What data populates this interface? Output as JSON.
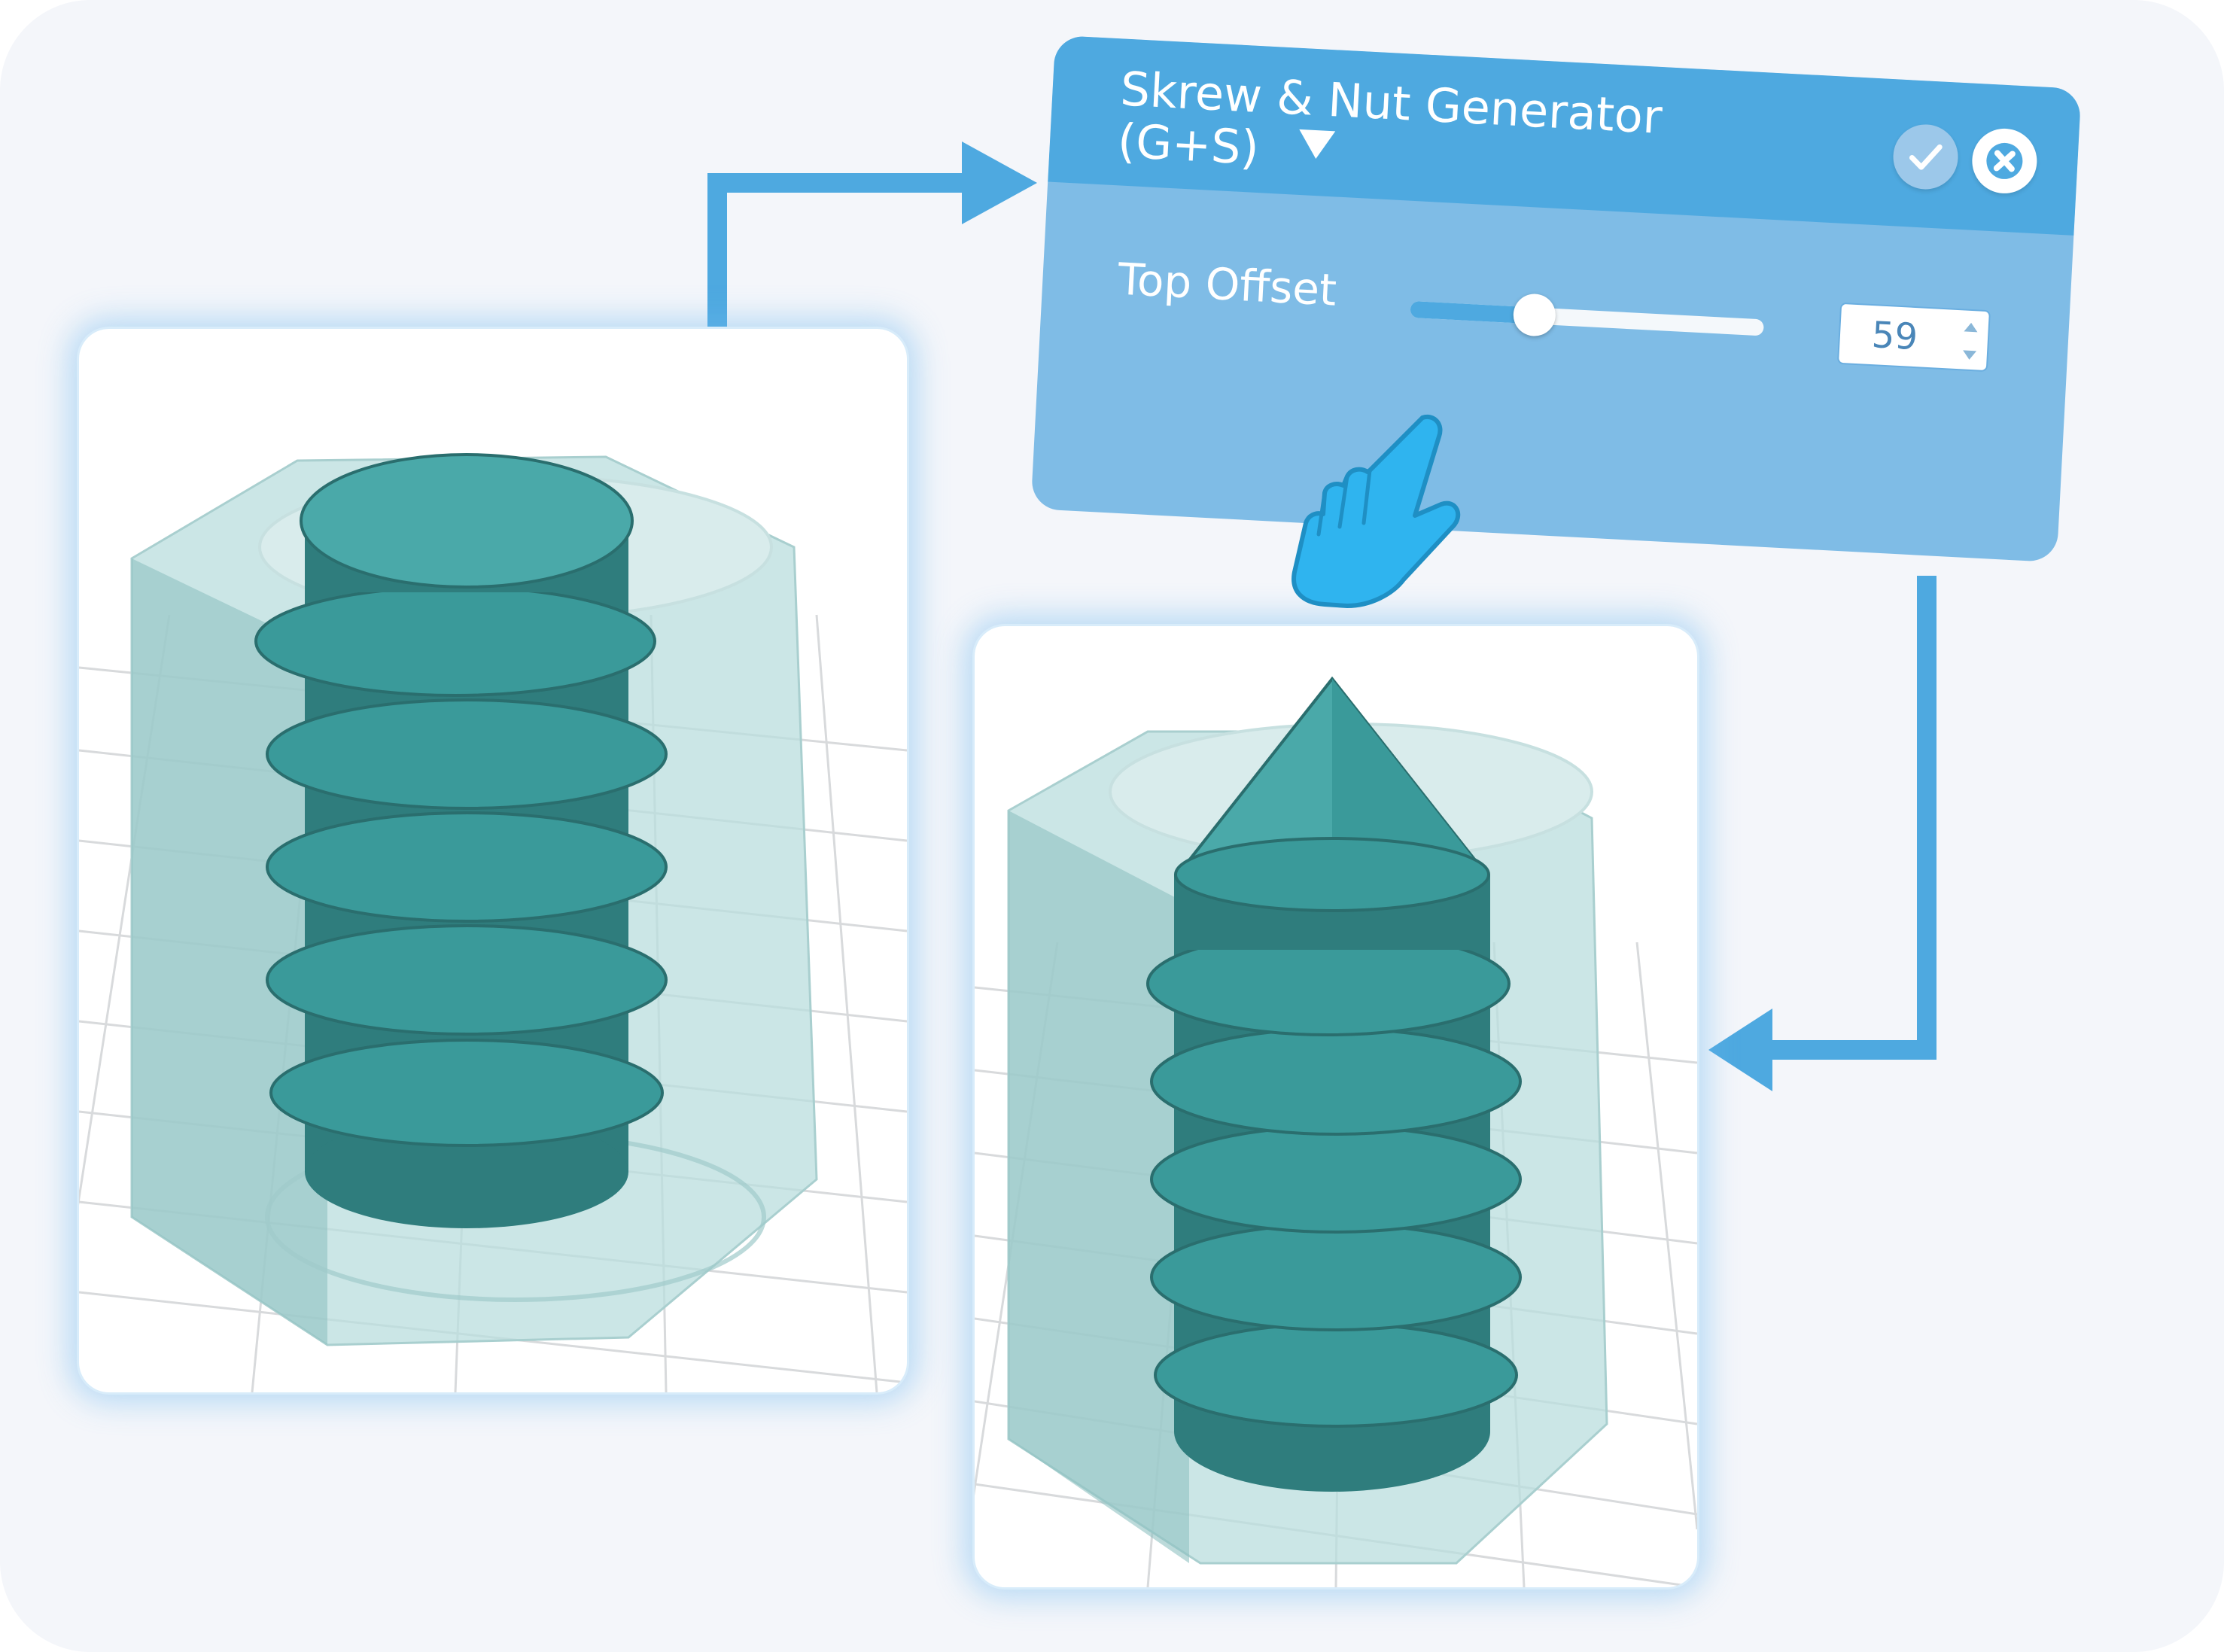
{
  "panel": {
    "title": "Skrew & Nut Generator\n(G+S)",
    "dropdown_icon": "caret-down-icon",
    "confirm_icon": "checkmark-icon",
    "close_icon": "close-x-icon",
    "header_color": "#4ea9e0",
    "body_color": "#7fbce6"
  },
  "parameter": {
    "label": "Top Offset",
    "value": "59",
    "slider_fraction": 0.35,
    "stepper_up_icon": "triangle-up-icon",
    "stepper_down_icon": "triangle-down-icon"
  },
  "colors": {
    "model_teal": "#3a9a9a",
    "nut_translucent": "#b8dcdc",
    "arrow_blue": "#4ea9e0",
    "cursor_blue": "#2fb4ef"
  },
  "scenes": {
    "before": {
      "tip": "flat top screw"
    },
    "after": {
      "tip": "cone top screw"
    }
  }
}
